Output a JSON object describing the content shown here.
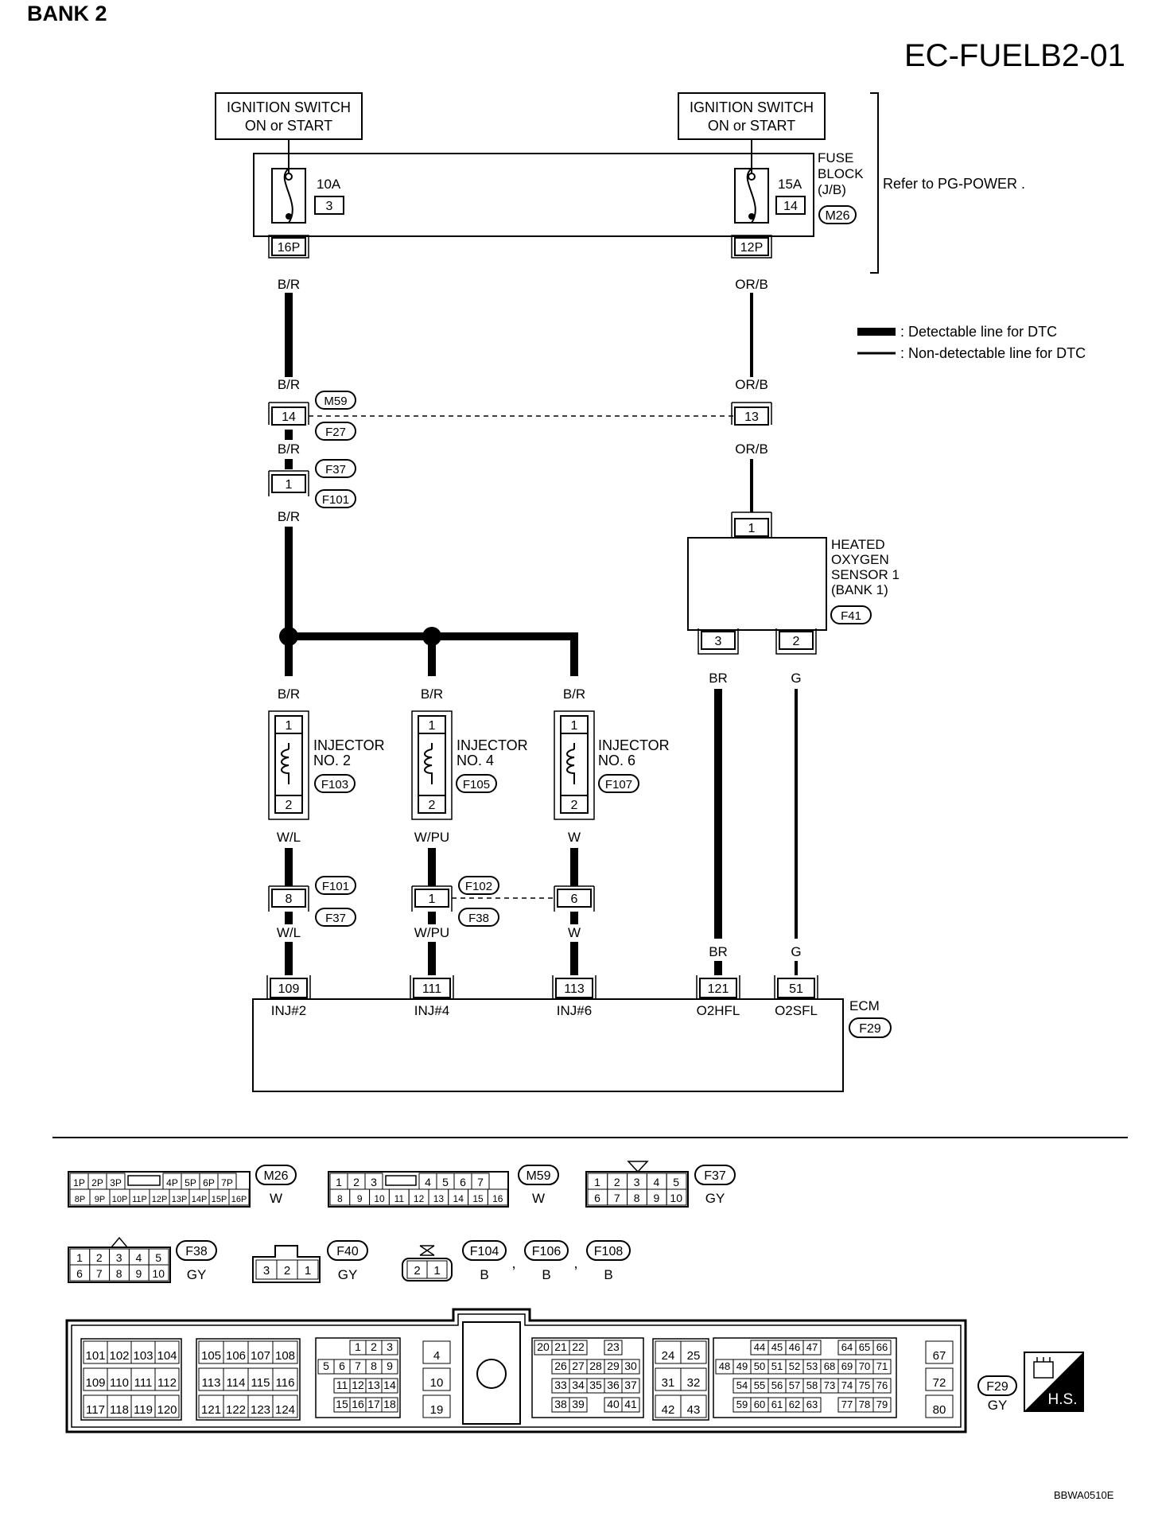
{
  "header": {
    "bank": "BANK 2",
    "page_code": "EC-FUELB2-01"
  },
  "footer": {
    "figure_code": "BBWA0510E"
  },
  "power": {
    "left_label": [
      "IGNITION SWITCH",
      "ON or START"
    ],
    "right_label": [
      "IGNITION SWITCH",
      "ON or START"
    ],
    "fuse_block": [
      "FUSE",
      "BLOCK",
      "(J/B)"
    ],
    "fuse_block_conn": "M26",
    "fuse_left": {
      "rating": "10A",
      "number": "3",
      "pin": "16P"
    },
    "fuse_right": {
      "rating": "15A",
      "number": "14",
      "pin": "12P"
    },
    "refer": "Refer to  PG-POWER ."
  },
  "legend": {
    "detectable": ": Detectable line for DTC",
    "non_detectable": ": Non-detectable line for DTC"
  },
  "wires": {
    "br_r": "B/R",
    "or_b": "OR/B",
    "br": "BR",
    "g": "G",
    "w_l": "W/L",
    "w_pu": "W/PU",
    "w": "W"
  },
  "connectors": {
    "m59": "M59",
    "f27": "F27",
    "m59_left_pin": "14",
    "m59_right_pin": "13",
    "f37": "F37",
    "f101": "F101",
    "f37_pin": "1",
    "f101b": "F101",
    "f37b": "F37",
    "inj2_pin": "8",
    "f102": "F102",
    "f38": "F38",
    "inj4_pin": "1",
    "inj6_pin": "6"
  },
  "sensor": {
    "label": [
      "HEATED",
      "OXYGEN",
      "SENSOR 1",
      "(BANK 1)"
    ],
    "conn": "F41",
    "pin_top": "1",
    "pin_bl": "3",
    "pin_br": "2"
  },
  "injectors": [
    {
      "label": [
        "INJECTOR",
        "NO. 2"
      ],
      "conn": "F103",
      "pin1": "1",
      "pin2": "2"
    },
    {
      "label": [
        "INJECTOR",
        "NO. 4"
      ],
      "conn": "F105",
      "pin1": "1",
      "pin2": "2"
    },
    {
      "label": [
        "INJECTOR",
        "NO. 6"
      ],
      "conn": "F107",
      "pin1": "1",
      "pin2": "2"
    }
  ],
  "ecm": {
    "label": "ECM",
    "conn": "F29",
    "terminals": [
      {
        "pin": "109",
        "name": "INJ#2"
      },
      {
        "pin": "111",
        "name": "INJ#4"
      },
      {
        "pin": "113",
        "name": "INJ#6"
      },
      {
        "pin": "121",
        "name": "O2HFL"
      },
      {
        "pin": "51",
        "name": "O2SFL"
      }
    ]
  },
  "connector_views": {
    "m26": {
      "name": "M26",
      "color": "W",
      "row1": [
        "1P",
        "2P",
        "3P",
        "",
        "4P",
        "5P",
        "6P",
        "7P"
      ],
      "row2": [
        "8P",
        "9P",
        "10P",
        "11P",
        "12P",
        "13P",
        "14P",
        "15P",
        "16P"
      ]
    },
    "m59": {
      "name": "M59",
      "color": "W",
      "row1": [
        "1",
        "2",
        "3",
        "",
        "4",
        "5",
        "6",
        "7"
      ],
      "row2": [
        "8",
        "9",
        "10",
        "11",
        "12",
        "13",
        "14",
        "15",
        "16"
      ]
    },
    "f37": {
      "name": "F37",
      "color": "GY",
      "row1": [
        "1",
        "2",
        "3",
        "4",
        "5"
      ],
      "row2": [
        "6",
        "7",
        "8",
        "9",
        "10"
      ]
    },
    "f38": {
      "name": "F38",
      "color": "GY",
      "row1": [
        "1",
        "2",
        "3",
        "4",
        "5"
      ],
      "row2": [
        "6",
        "7",
        "8",
        "9",
        "10"
      ]
    },
    "f40": {
      "name": "F40",
      "color": "GY",
      "row1": [
        "3",
        "2",
        "1"
      ]
    },
    "f104": {
      "name": "F104",
      "color": "B",
      "row1": [
        "2",
        "1"
      ]
    },
    "f106": {
      "name": "F106",
      "color": "B"
    },
    "f108": {
      "name": "F108",
      "color": "B"
    },
    "sep": ","
  },
  "ecm_connector": {
    "name": "F29",
    "color": "GY",
    "hs": "H.S.",
    "g1": [
      [
        "101",
        "102",
        "103",
        "104"
      ],
      [
        "109",
        "110",
        "111",
        "112"
      ],
      [
        "117",
        "118",
        "119",
        "120"
      ]
    ],
    "g2": [
      [
        "105",
        "106",
        "107",
        "108"
      ],
      [
        "113",
        "114",
        "115",
        "116"
      ],
      [
        "121",
        "122",
        "123",
        "124"
      ]
    ],
    "g3": [
      [
        "",
        "",
        "1",
        "2",
        "3"
      ],
      [
        "5",
        "6",
        "7",
        "8",
        "9"
      ],
      [
        "",
        "11",
        "12",
        "13",
        "14"
      ],
      [
        "",
        "15",
        "16",
        "17",
        "18"
      ]
    ],
    "g4": [
      "4",
      "10",
      "19"
    ],
    "g5": [
      [
        "20",
        "21",
        "22",
        "",
        "23"
      ],
      [
        "",
        "26",
        "27",
        "28",
        "29",
        "30"
      ],
      [
        "",
        "33",
        "34",
        "35",
        "36",
        "37"
      ],
      [
        "",
        "38",
        "39",
        "",
        "40",
        "41"
      ]
    ],
    "g6": [
      [
        "24",
        "25"
      ],
      [
        "31",
        "32"
      ],
      [
        "42",
        "43"
      ]
    ],
    "g7": [
      [
        "",
        "",
        "44",
        "45",
        "46",
        "47",
        "",
        "64",
        "65",
        "66"
      ],
      [
        "48",
        "49",
        "50",
        "51",
        "52",
        "53",
        "68",
        "69",
        "70",
        "71"
      ],
      [
        "",
        "54",
        "55",
        "56",
        "57",
        "58",
        "73",
        "74",
        "75",
        "76"
      ],
      [
        "",
        "59",
        "60",
        "61",
        "62",
        "63",
        "",
        "77",
        "78",
        "79"
      ]
    ],
    "g8": [
      "67",
      "72",
      "80"
    ]
  }
}
